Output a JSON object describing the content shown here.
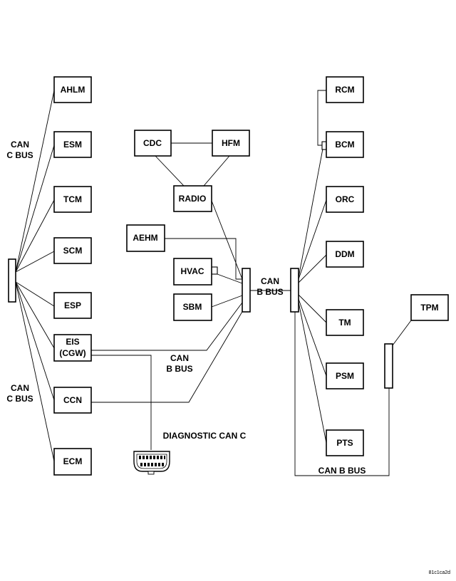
{
  "modules": {
    "ahlm": "AHLM",
    "esm": "ESM",
    "tcm": "TCM",
    "scm": "SCM",
    "esp": "ESP",
    "eis_line1": "EIS",
    "eis_line2": "(CGW)",
    "ccn": "CCN",
    "ecm": "ECM",
    "cdc": "CDC",
    "hfm": "HFM",
    "radio": "RADIO",
    "aehm": "AEHM",
    "hvac": "HVAC",
    "sbm": "SBM",
    "rcm": "RCM",
    "bcm": "BCM",
    "orc": "ORC",
    "ddm": "DDM",
    "tm": "TM",
    "psm": "PSM",
    "pts": "PTS",
    "tpm": "TPM"
  },
  "labels": {
    "can_c_bus_top_1": "CAN",
    "can_c_bus_top_2": "C BUS",
    "can_c_bus_bottom_1": "CAN",
    "can_c_bus_bottom_2": "C BUS",
    "can_b_bus_center_1": "CAN",
    "can_b_bus_center_2": "B BUS",
    "can_b_bus_mid_1": "CAN",
    "can_b_bus_mid_2": "B BUS",
    "can_b_bus_bottom": "CAN B BUS",
    "diagnostic": "DIAGNOSTIC CAN C",
    "figure_code": "81c1ca2d"
  },
  "connector_icon": "obd-diagnostic-connector-icon"
}
